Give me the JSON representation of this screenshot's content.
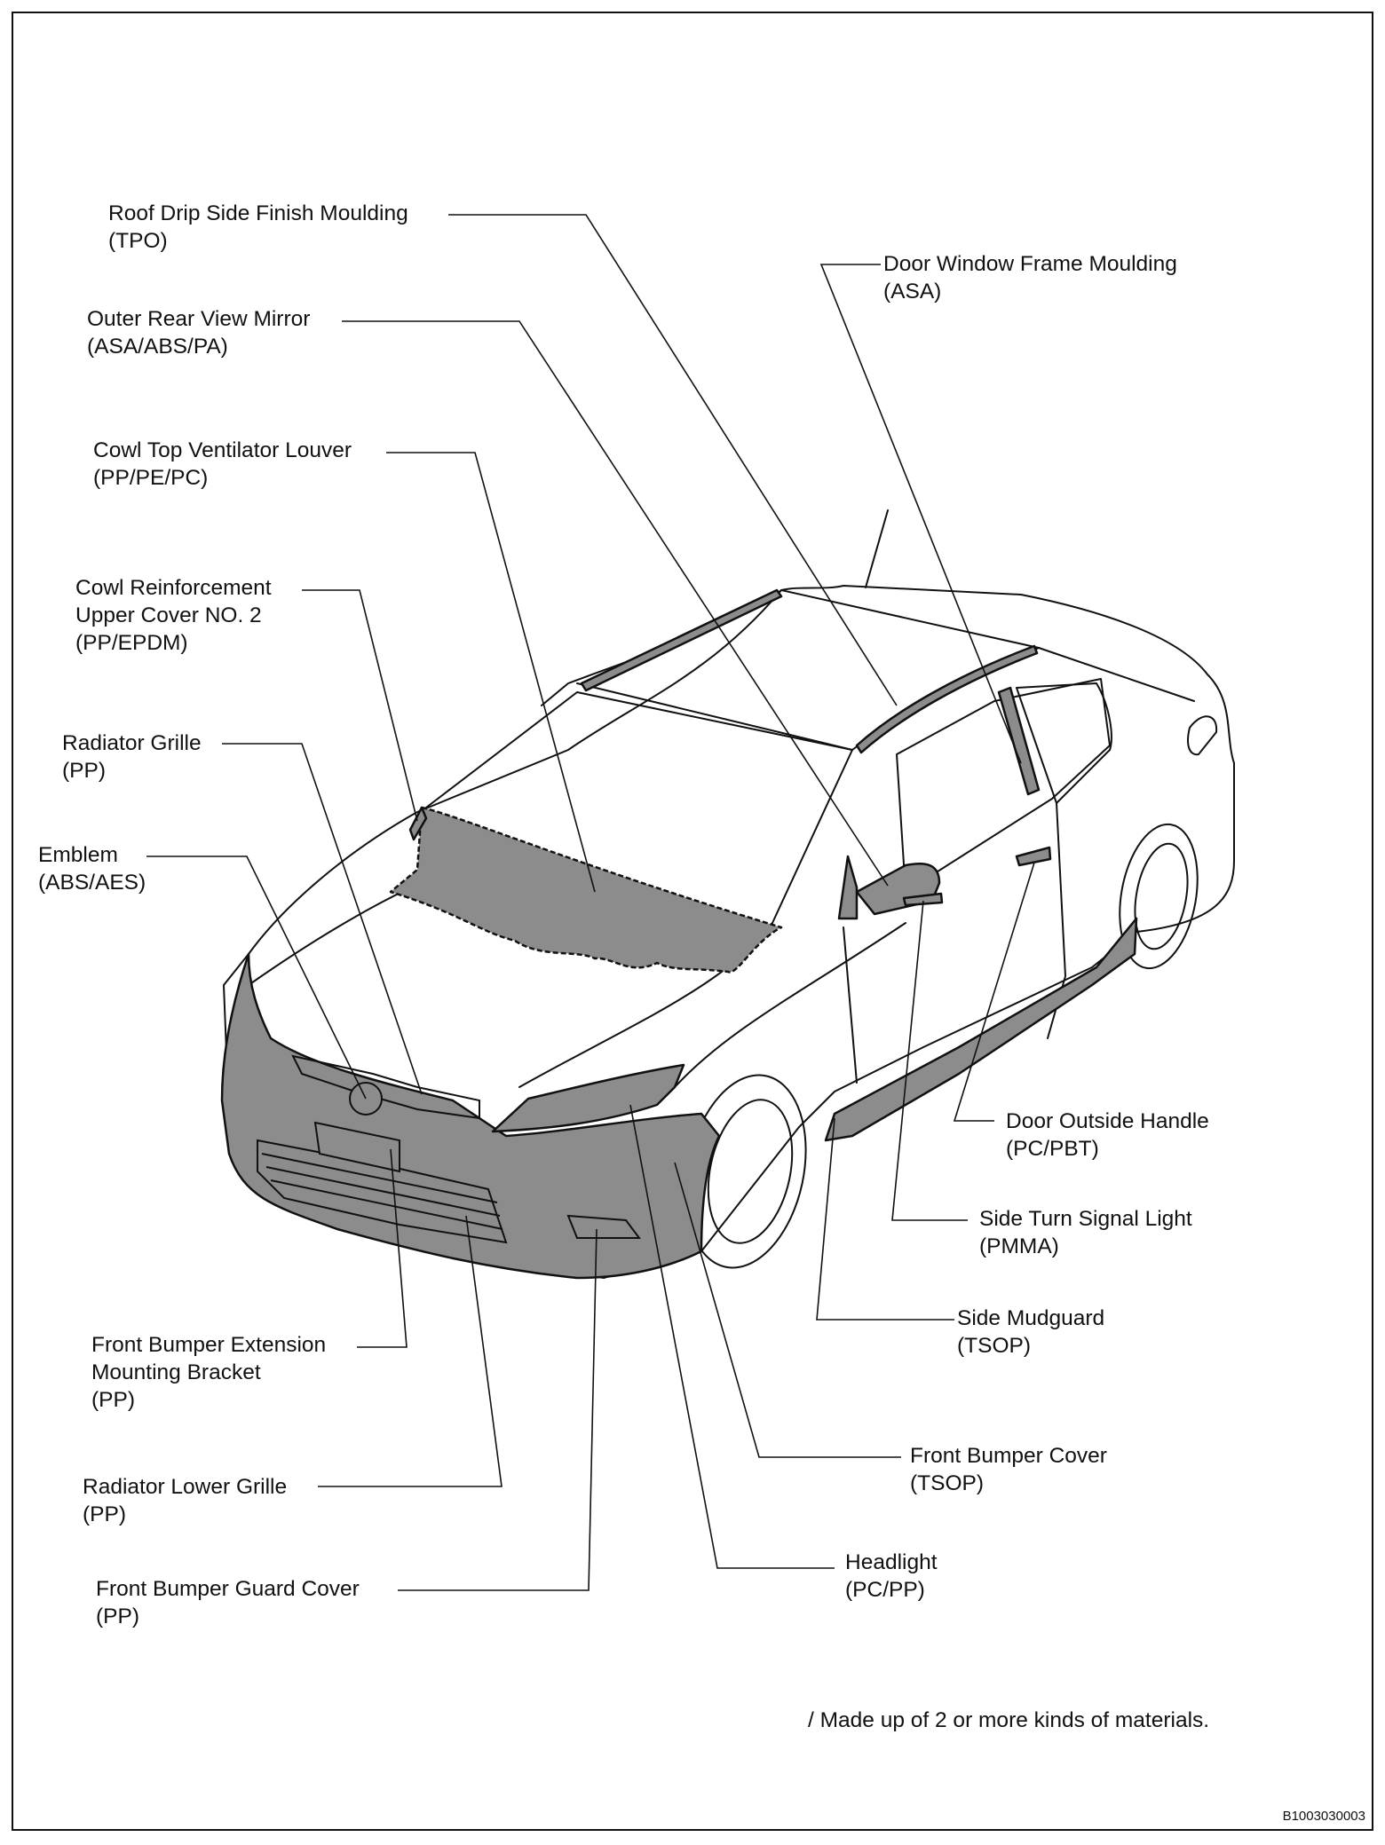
{
  "labels": {
    "roof_drip": {
      "name": "Roof Drip Side Finish Moulding",
      "material": "(TPO)"
    },
    "outer_mirror": {
      "name": "Outer Rear View Mirror",
      "material": "(ASA/ABS/PA)"
    },
    "cowl_louver": {
      "name": "Cowl Top Ventilator Louver",
      "material": "(PP/PE/PC)"
    },
    "cowl_reinf": {
      "line1": "Cowl Reinforcement",
      "line2": "Upper Cover NO. 2",
      "material": "(PP/EPDM)"
    },
    "radiator_grille": {
      "name": "Radiator Grille",
      "material": "(PP)"
    },
    "emblem": {
      "name": "Emblem",
      "material": "(ABS/AES)"
    },
    "bumper_ext": {
      "line1": "Front Bumper Extension",
      "line2": "Mounting Bracket",
      "material": "(PP)"
    },
    "lower_grille": {
      "name": "Radiator Lower Grille",
      "material": "(PP)"
    },
    "guard_cover": {
      "name": "Front Bumper Guard Cover",
      "material": "(PP)"
    },
    "door_frame": {
      "name": "Door Window Frame Moulding",
      "material": "(ASA)"
    },
    "door_handle": {
      "name": "Door Outside Handle",
      "material": "(PC/PBT)"
    },
    "turn_signal": {
      "name": "Side Turn Signal Light",
      "material": "(PMMA)"
    },
    "mudguard": {
      "name": "Side Mudguard",
      "material": "(TSOP)"
    },
    "bumper_cover": {
      "name": "Front Bumper Cover",
      "material": "(TSOP)"
    },
    "headlight": {
      "name": "Headlight",
      "material": "(PC/PP)"
    }
  },
  "footnote": "/  Made up of 2 or more kinds of materials.",
  "figure_code": "B1003030003",
  "colors": {
    "part_fill": "#8c8c8c",
    "outline": "#111111"
  }
}
